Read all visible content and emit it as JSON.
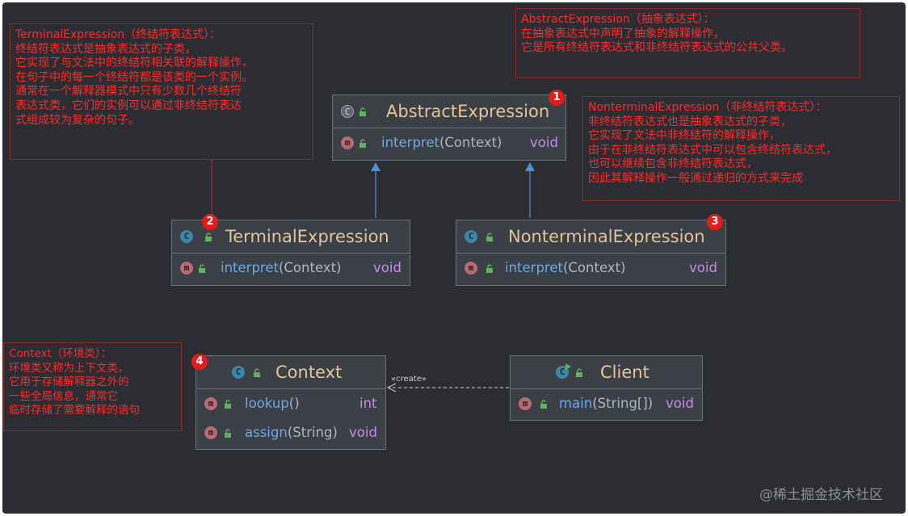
{
  "notes": {
    "abstract": {
      "lines": [
        "AbstractExpression（抽象表达式）：",
        "在抽象表达式中声明了抽象的解释操作，",
        "它是所有终结符表达式和非终结符表达式的公共父类。"
      ]
    },
    "terminal": {
      "lines": [
        "TerminalExpression（终结符表达式）：",
        "终结符表达式是抽象表达式的子类，",
        "它实现了与文法中的终结符相关联的解释操作，",
        "在句子中的每一个终结符都是该类的一个实例。",
        "通常在一个解释器模式中只有少数几个终结符",
        "表达式类，它们的实例可以通过非终结符表达",
        "式组成较为复杂的句子。"
      ]
    },
    "nonterminal": {
      "lines": [
        "NonterminalExpression（非终结符表达式）：",
        "非终结符表达式也是抽象表达式的子类，",
        "它实现了文法中非终结符的解释操作，",
        "由于在非终结符表达式中可以包含终结符表达式，",
        "也可以继续包含非终结符表达式，",
        "因此其解释操作一般通过递归的方式来完成"
      ]
    },
    "context": {
      "lines": [
        "Context（环境类）：",
        "环境类又称为上下文类，",
        "它用于存储解释器之外的",
        "一些全局信息，通常它",
        "临时存储了需要解释的语句"
      ]
    }
  },
  "classes": {
    "abstract_expression": {
      "name": "AbstractExpression",
      "badge": "1",
      "icon": "abstract-class-icon",
      "methods": [
        {
          "name": "interpret",
          "params": "(Context)",
          "type": "void"
        }
      ]
    },
    "terminal_expression": {
      "name": "TerminalExpression",
      "badge": "2",
      "icon": "class-icon",
      "methods": [
        {
          "name": "interpret",
          "params": "(Context)",
          "type": "void"
        }
      ]
    },
    "nonterminal_expression": {
      "name": "NonterminalExpression",
      "badge": "3",
      "icon": "class-icon",
      "methods": [
        {
          "name": "interpret",
          "params": "(Context)",
          "type": "void"
        }
      ]
    },
    "context": {
      "name": "Context",
      "badge": "4",
      "icon": "class-icon",
      "methods": [
        {
          "name": "lookup",
          "params": "()",
          "type": "int"
        },
        {
          "name": "assign",
          "params": "(String)",
          "type": "void"
        }
      ]
    },
    "client": {
      "name": "Client",
      "icon": "class-with-main-icon",
      "methods": [
        {
          "name": "main",
          "params": "(String[])",
          "type": "void"
        }
      ]
    }
  },
  "relations": {
    "create_label": "«create»"
  },
  "icon_letters": {
    "class": "C",
    "method": "m"
  },
  "colors": {
    "background": "#2b2d33",
    "note_text": "#ff2a2a",
    "class_name": "#e6c49a",
    "method_name": "#6fa8e6",
    "return_type": "#c68de6",
    "badge": "#e31b1b",
    "inheritance_arrow": "#4f8fd4"
  },
  "watermark": "@稀土掘金技术社区"
}
